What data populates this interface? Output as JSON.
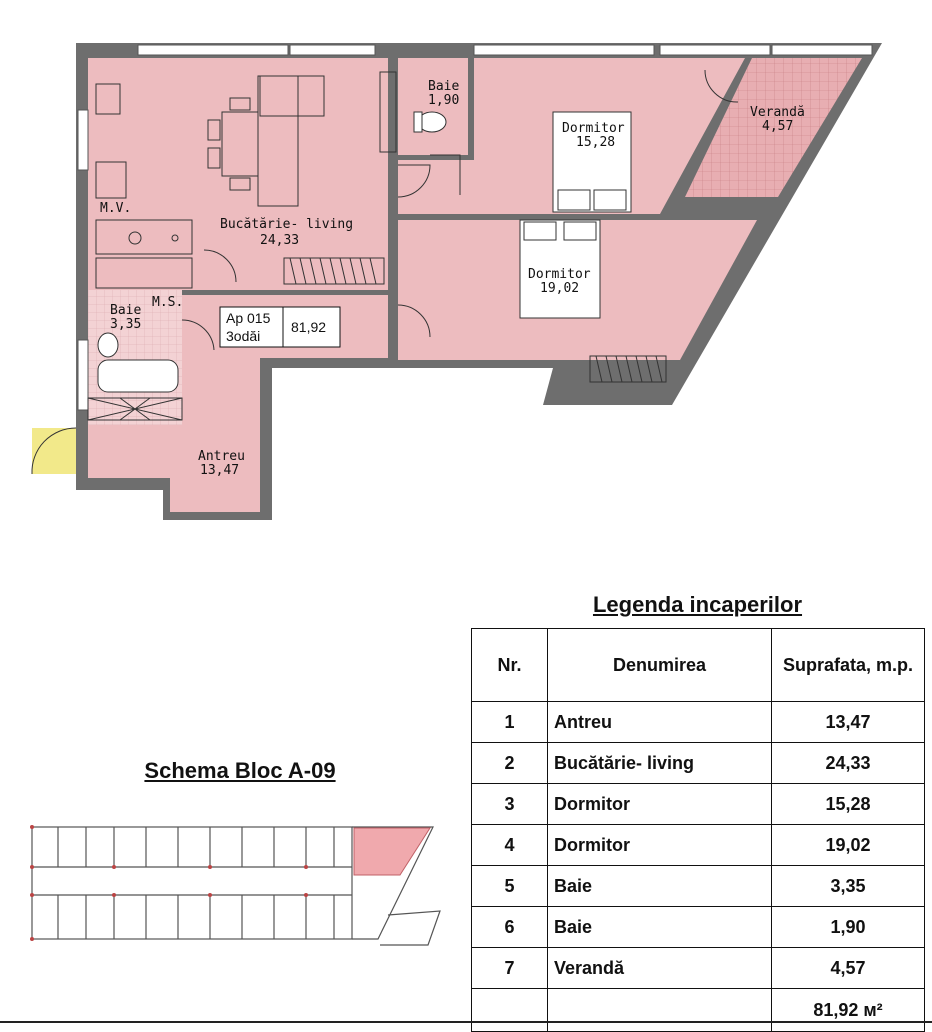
{
  "plan": {
    "rooms": [
      {
        "id": "bucatarie",
        "name": "Bucătărie- living",
        "area": "24,33"
      },
      {
        "id": "baie-small",
        "name": "Baie",
        "area": "1,90"
      },
      {
        "id": "dormitor-1",
        "name": "Dormitor",
        "area": "15,28"
      },
      {
        "id": "veranda",
        "name": "Verandă",
        "area": "4,57"
      },
      {
        "id": "dormitor-2",
        "name": "Dormitor",
        "area": "19,02"
      },
      {
        "id": "baie-large",
        "name": "Baie",
        "area": "3,35"
      },
      {
        "id": "antreu",
        "name": "Antreu",
        "area": "13,47"
      }
    ],
    "apartment": {
      "number": "Ap 015",
      "rooms": "3odăi",
      "total_area": "81,92"
    },
    "fixture_labels": {
      "meter_1": "M.V.",
      "meter_2": "M.S."
    }
  },
  "legend": {
    "title": "Legenda incaperilor",
    "headers": {
      "nr": "Nr.",
      "name": "Denumirea",
      "area": "Suprafata, m.p."
    },
    "rows": [
      {
        "nr": "1",
        "name": "Antreu",
        "area": "13,47"
      },
      {
        "nr": "2",
        "name": "Bucătărie- living",
        "area": "24,33"
      },
      {
        "nr": "3",
        "name": "Dormitor",
        "area": "15,28"
      },
      {
        "nr": "4",
        "name": "Dormitor",
        "area": "19,02"
      },
      {
        "nr": "5",
        "name": "Baie",
        "area": "3,35"
      },
      {
        "nr": "6",
        "name": "Baie",
        "area": "1,90"
      },
      {
        "nr": "7",
        "name": "Verandă",
        "area": "4,57"
      }
    ],
    "total": "81,92 м²"
  },
  "schema": {
    "title": "Schema Bloc A-09"
  },
  "colors": {
    "room_fill": "#edbcbf",
    "veranda_fill": "#e8aeb2",
    "wall": "#6e6e6e",
    "highlight": "#f2e98a",
    "unit_highlight": "#f0a9ad"
  }
}
